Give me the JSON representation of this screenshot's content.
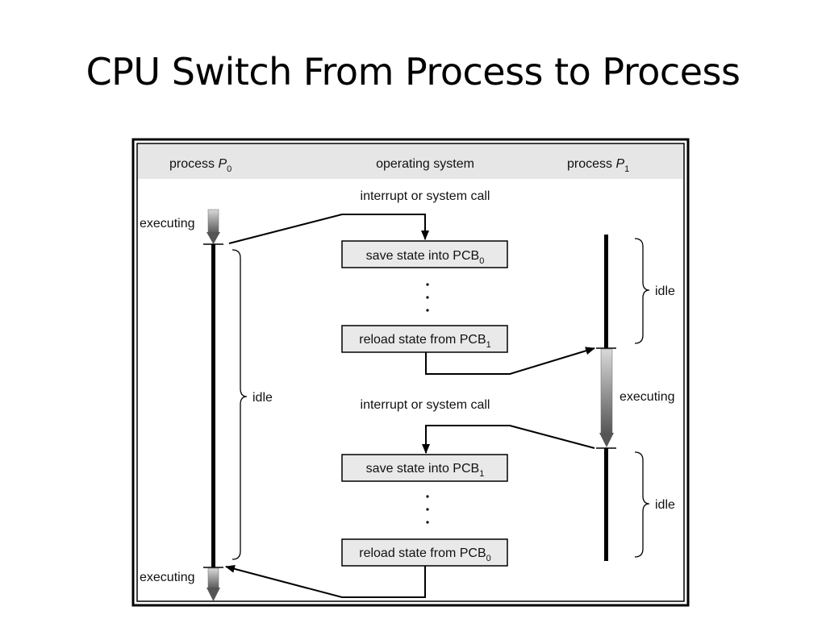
{
  "title": "CPU Switch From Process to Process",
  "headers": {
    "p0": {
      "text": "process ",
      "italic": "P",
      "sub": "0"
    },
    "os": {
      "text": "operating system"
    },
    "p1": {
      "text": "process ",
      "italic": "P",
      "sub": "1"
    }
  },
  "labels": {
    "interrupt_top": "interrupt or system call",
    "interrupt_mid": "interrupt or system call",
    "p0_exec_top": "executing",
    "p0_exec_bottom": "executing",
    "p0_idle": "idle",
    "p1_idle_top": "idle",
    "p1_exec": "executing",
    "p1_idle_bottom": "idle"
  },
  "boxes": {
    "save0": {
      "text": "save state into PCB",
      "sub": "0"
    },
    "reload1": {
      "text": "reload state from PCB",
      "sub": "1"
    },
    "save1": {
      "text": "save state into PCB",
      "sub": "1"
    },
    "reload0": {
      "text": "reload state from PCB",
      "sub": "0"
    }
  },
  "colors": {
    "header_band": "#e6e6e6",
    "box_fill": "#e9e9e9",
    "line": "#000000",
    "exec_arrow_top": "#d9d9d9",
    "exec_arrow_bottom": "#555555"
  }
}
